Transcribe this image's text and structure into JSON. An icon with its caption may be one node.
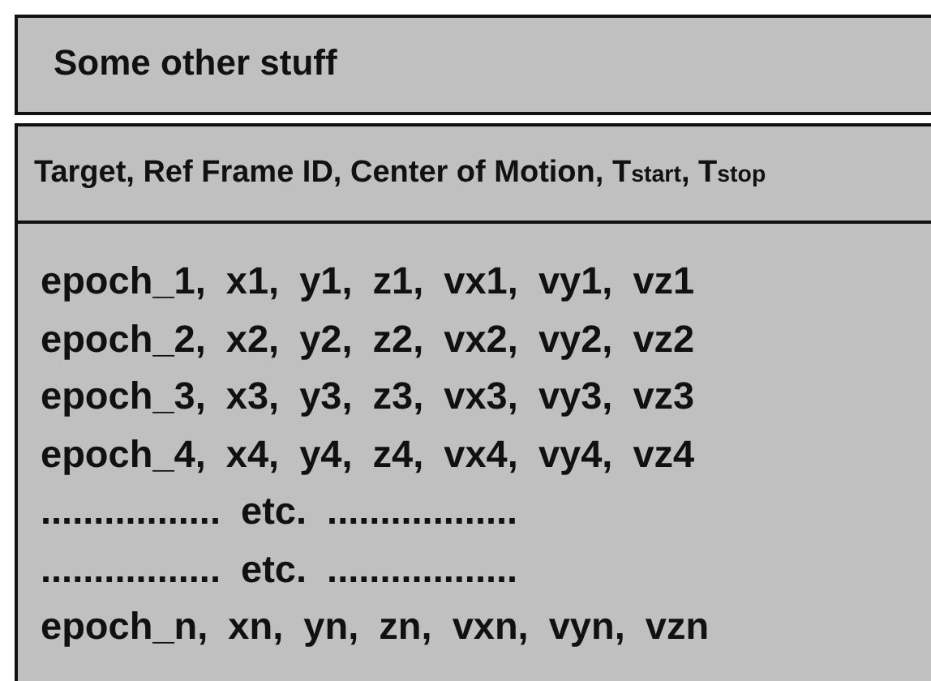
{
  "diagram": {
    "nodes": [
      {
        "text": [
          "Some other stuff"
        ]
      },
      {
        "text": [
          "Target, Ref Frame ID, Center of Motion, T$_{start}$, T$_{stop}$"
        ]
      },
      {
        "text": [
          "epoch_1, x1, y1, z1, vx1, vy1, vz1",
          "epoch_2, x2, y2, z2, vx2, vy2, vz2",
          "epoch_3, x3, y3, z3, vx3, vy3, vz3",
          "epoch_4, x4, y4, z4, vx4, vy4, vz4",
          "................. etc. ..................",
          "................. etc. ..................",
          "epoch_n, xn, yn, zn, vxn, vyn, vzn"
        ]
      }
    ]
  }
}
